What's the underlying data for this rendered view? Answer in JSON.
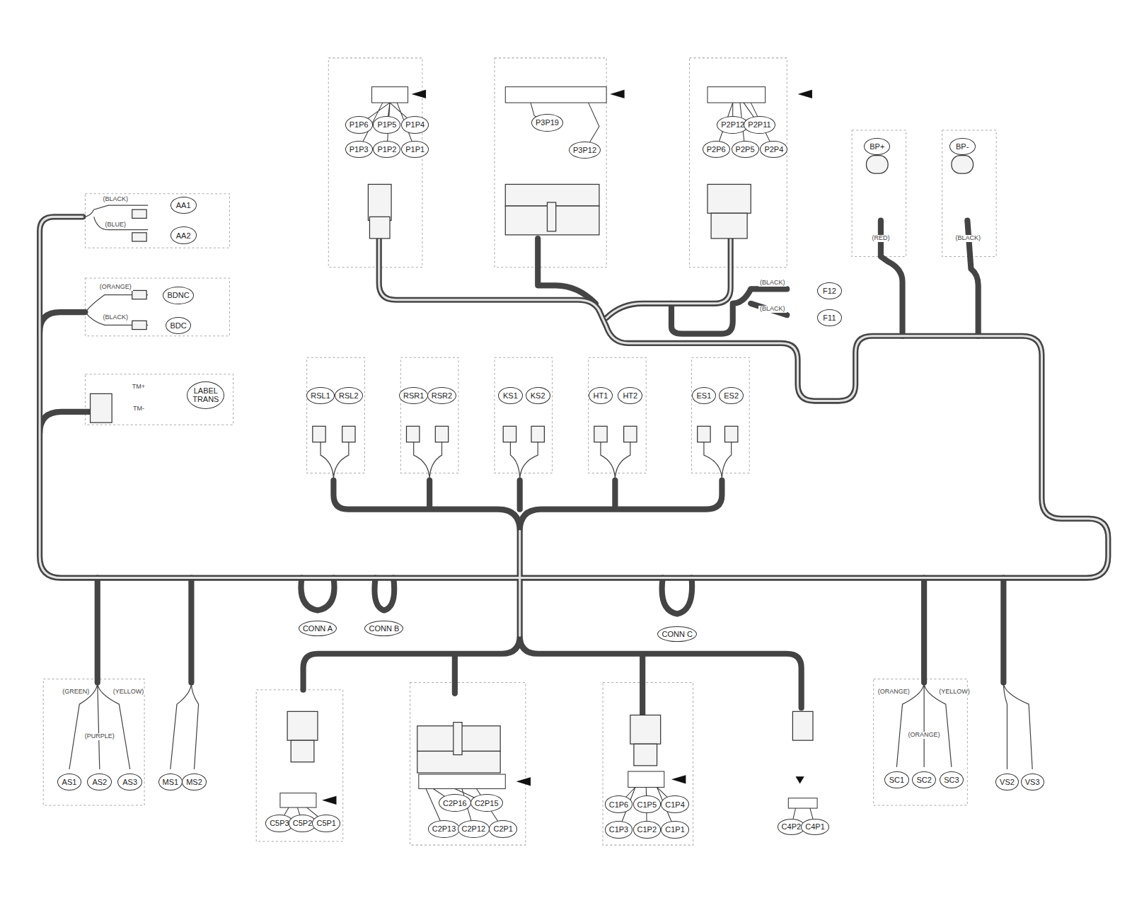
{
  "diagram": {
    "nodes": [
      {
        "text": [
          "P1P6"
        ]
      },
      {
        "text": [
          "P1P5"
        ]
      },
      {
        "text": [
          "P1P4"
        ]
      },
      {
        "text": [
          "P1P3"
        ]
      },
      {
        "text": [
          "P1P2"
        ]
      },
      {
        "text": [
          "P1P1"
        ]
      },
      {
        "text": [
          "P3P19"
        ]
      },
      {
        "text": [
          "P3P12"
        ]
      },
      {
        "text": [
          "P2P12"
        ]
      },
      {
        "text": [
          "P2P11"
        ]
      },
      {
        "text": [
          "P2P6"
        ]
      },
      {
        "text": [
          "P2P5"
        ]
      },
      {
        "text": [
          "P2P4"
        ]
      },
      {
        "text": [
          "BP+"
        ]
      },
      {
        "text": [
          "BP-"
        ]
      },
      {
        "text": [
          "AA1"
        ]
      },
      {
        "text": [
          "AA2"
        ]
      },
      {
        "text": [
          "BDNC"
        ]
      },
      {
        "text": [
          "BDC"
        ]
      },
      {
        "text": [
          "F12"
        ]
      },
      {
        "text": [
          "F11"
        ]
      },
      {
        "text": [
          "LABEL TRANS"
        ]
      },
      {
        "text": [
          "RSL1"
        ]
      },
      {
        "text": [
          "RSL2"
        ]
      },
      {
        "text": [
          "RSR1"
        ]
      },
      {
        "text": [
          "RSR2"
        ]
      },
      {
        "text": [
          "KS1"
        ]
      },
      {
        "text": [
          "KS2"
        ]
      },
      {
        "text": [
          "HT1"
        ]
      },
      {
        "text": [
          "HT2"
        ]
      },
      {
        "text": [
          "ES1"
        ]
      },
      {
        "text": [
          "ES2"
        ]
      },
      {
        "text": [
          "CONN A"
        ]
      },
      {
        "text": [
          "CONN B"
        ]
      },
      {
        "text": [
          "CONN C"
        ]
      },
      {
        "text": [
          "AS1"
        ]
      },
      {
        "text": [
          "AS2"
        ]
      },
      {
        "text": [
          "AS3"
        ]
      },
      {
        "text": [
          "MS1"
        ]
      },
      {
        "text": [
          "MS2"
        ]
      },
      {
        "text": [
          "C5P3"
        ]
      },
      {
        "text": [
          "C5P2"
        ]
      },
      {
        "text": [
          "C5P1"
        ]
      },
      {
        "text": [
          "C2P16"
        ]
      },
      {
        "text": [
          "C2P15"
        ]
      },
      {
        "text": [
          "C2P13"
        ]
      },
      {
        "text": [
          "C2P12"
        ]
      },
      {
        "text": [
          "C2P1"
        ]
      },
      {
        "text": [
          "C1P6"
        ]
      },
      {
        "text": [
          "C1P5"
        ]
      },
      {
        "text": [
          "C1P4"
        ]
      },
      {
        "text": [
          "C1P3"
        ]
      },
      {
        "text": [
          "C1P2"
        ]
      },
      {
        "text": [
          "C1P1"
        ]
      },
      {
        "text": [
          "C4P2"
        ]
      },
      {
        "text": [
          "C4P1"
        ]
      },
      {
        "text": [
          "SC1"
        ]
      },
      {
        "text": [
          "SC2"
        ]
      },
      {
        "text": [
          "SC3"
        ]
      },
      {
        "text": [
          "VS2"
        ]
      },
      {
        "text": [
          "VS3"
        ]
      }
    ],
    "labels": [
      "TM+",
      "TM-",
      "(BLACK)",
      "(BLUE)",
      "(ORANGE)",
      "(BLACK)",
      "(BLACK)",
      "(BLACK)",
      "(GREEN)",
      "(YELLOW)",
      "(PURPLE)",
      "(ORANGE)",
      "(YELLOW)",
      "(ORANGE)",
      "(RED)",
      "(BLACK)"
    ]
  }
}
